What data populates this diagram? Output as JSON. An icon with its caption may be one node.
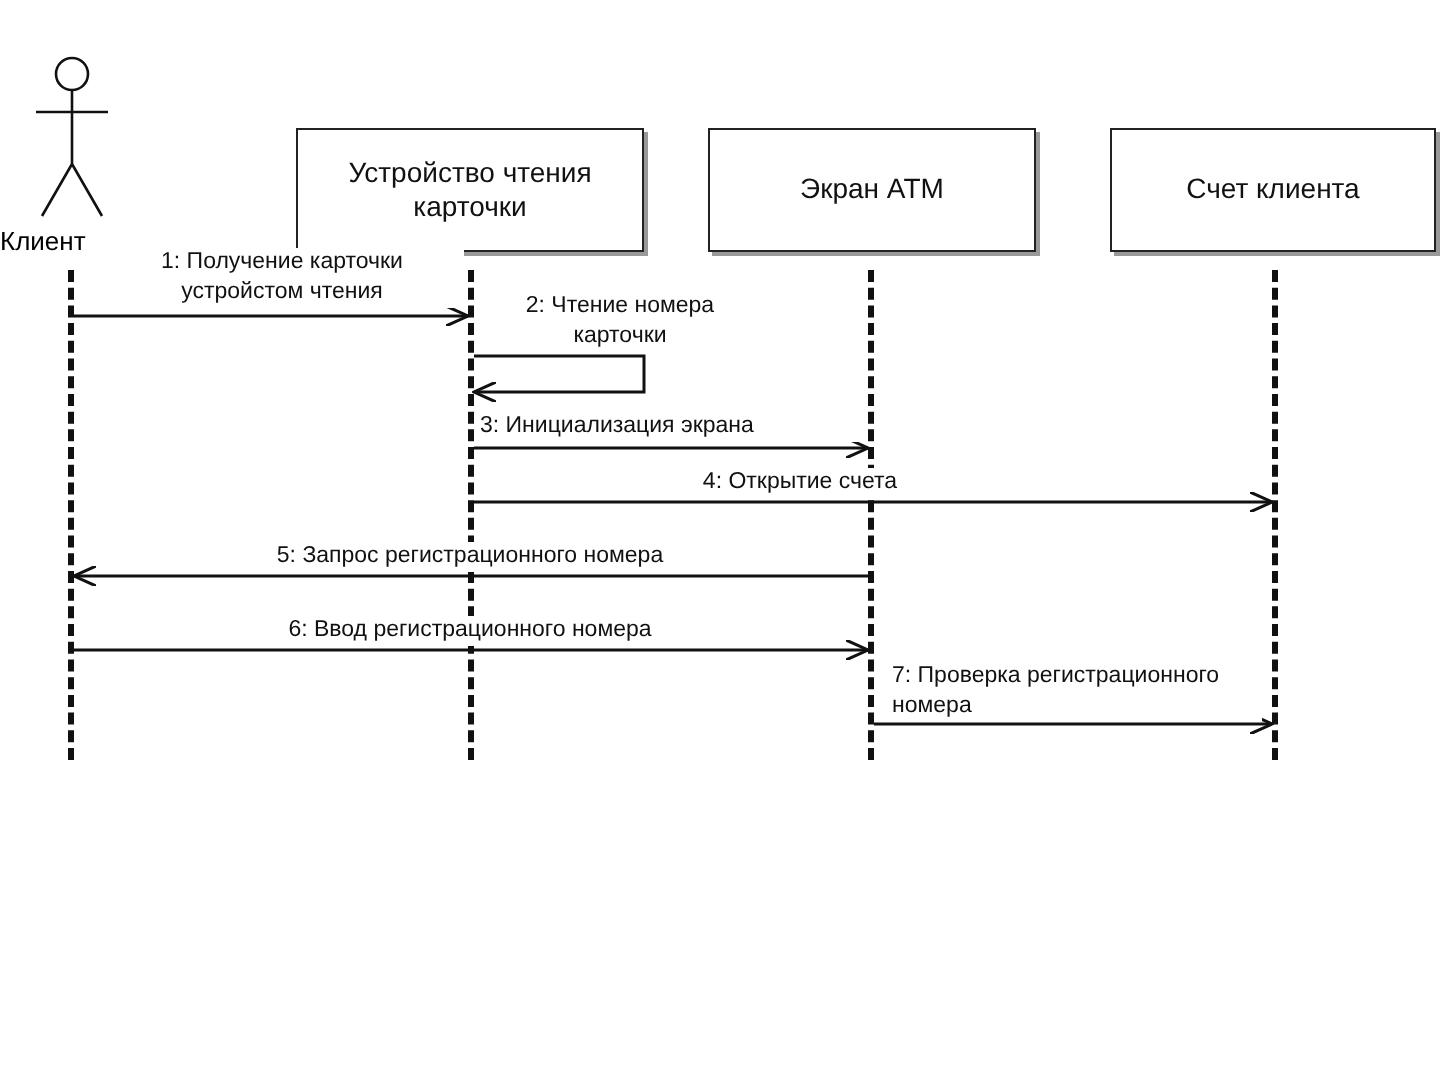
{
  "diagram": {
    "nodes": [
      {
        "text": [
          "Клиент"
        ]
      },
      {
        "text": [
          "Устройство чтения карточки"
        ]
      },
      {
        "text": [
          "Экран ATM"
        ]
      },
      {
        "text": [
          "Счет клиента"
        ]
      },
      {
        "text": [],
        "shape": "bar"
      },
      {
        "text": [],
        "shape": "bar"
      },
      {
        "text": [],
        "shape": "bar"
      },
      {
        "text": [],
        "shape": "bar"
      }
    ],
    "edges": [
      {
        "from": 4,
        "to": 5,
        "arrow": "to",
        "label": "1: Получение карточки устройстом чтения"
      },
      {
        "from": 5,
        "to": 5,
        "arrow": "to",
        "label": "2: Чтение номера карточки"
      },
      {
        "from": 5,
        "to": 6,
        "arrow": "to",
        "label": "3: Инициализация экрана"
      },
      {
        "from": 5,
        "to": 7,
        "arrow": "to",
        "label": "4: Открытие счета"
      },
      {
        "from": 6,
        "to": 4,
        "arrow": "to",
        "label": "5: Запрос регистрационного номера"
      },
      {
        "from": 4,
        "to": 6,
        "arrow": "to",
        "label": "6: Ввод регистрационного номера"
      },
      {
        "from": 6,
        "to": 7,
        "arrow": "to",
        "label": "7: Проверка регистрационного номера"
      }
    ]
  }
}
